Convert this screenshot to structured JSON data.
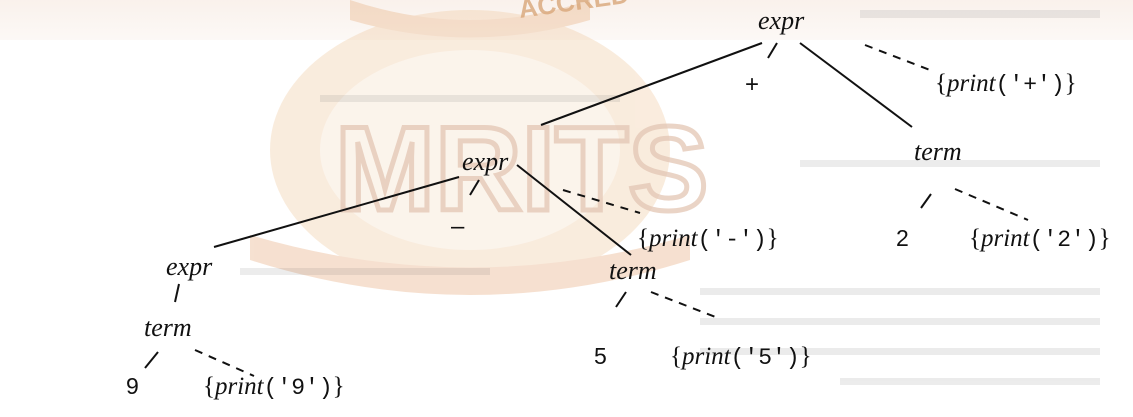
{
  "watermark": {
    "logo_text": "ACCRED",
    "big_text": "MRITS"
  },
  "tree": {
    "root": {
      "label": "expr"
    },
    "plus_op": "+",
    "plus_action": {
      "open": "{",
      "fn": "print",
      "arg": "('+')",
      "close": "}"
    },
    "right_term": {
      "label": "term"
    },
    "leaf_2": "2",
    "action_2": {
      "open": "{",
      "fn": "print",
      "arg": "('2')",
      "close": "}"
    },
    "mid_expr": {
      "label": "expr"
    },
    "minus_op": "–",
    "minus_action": {
      "open": "{",
      "fn": "print",
      "arg": "('-')",
      "close": "}"
    },
    "mid_term": {
      "label": "term"
    },
    "leaf_5": "5",
    "action_5": {
      "open": "{",
      "fn": "print",
      "arg": "('5')",
      "close": "}"
    },
    "low_expr": {
      "label": "expr"
    },
    "low_term": {
      "label": "term"
    },
    "leaf_9": "9",
    "action_9": {
      "open": "{",
      "fn": "print",
      "arg": "('9')",
      "close": "}"
    }
  }
}
